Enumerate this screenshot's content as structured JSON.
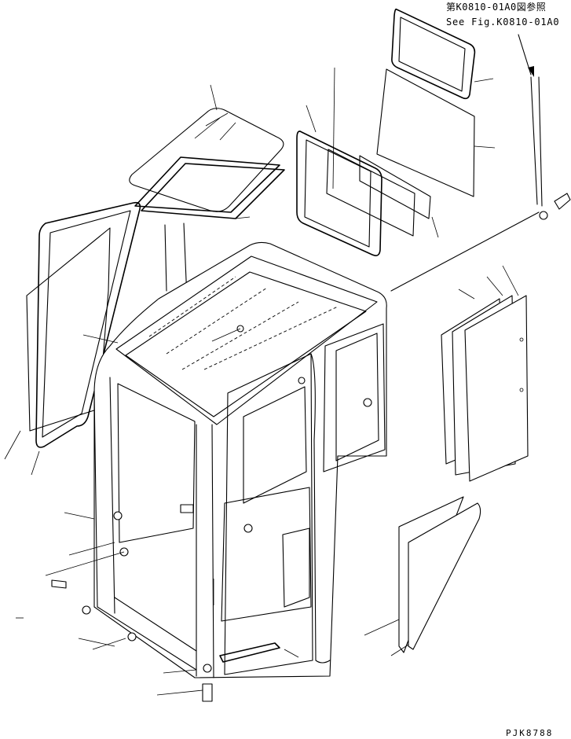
{
  "diagram": {
    "reference_line_1": "第K0810-01A0図参照",
    "reference_line_2": "See Fig.K0810-01A0",
    "drawing_code": "PJK8788"
  }
}
